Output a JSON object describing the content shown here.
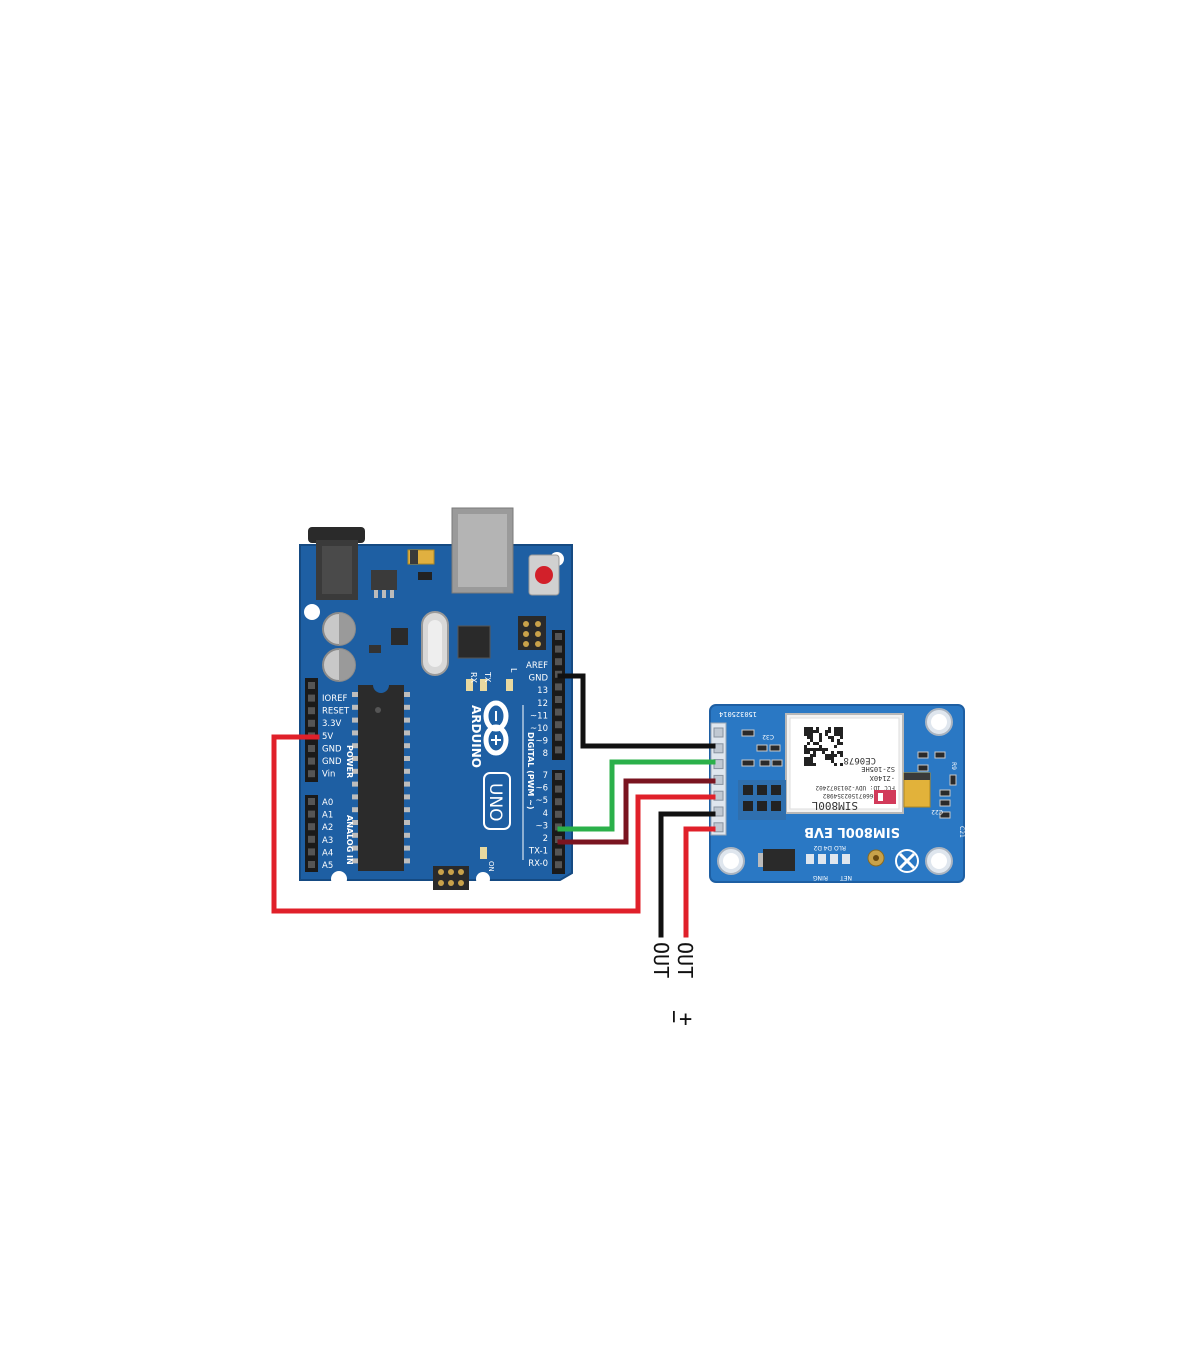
{
  "arduino": {
    "brand": "ARDUINO",
    "model": "UNO",
    "power_header_label": "POWER",
    "analog_header_label": "ANALOG IN",
    "digital_header_label": "DIGITAL (PWM ~)",
    "led_labels": {
      "rx": "RX",
      "tx": "TX",
      "l": "L",
      "on": "ON"
    },
    "power_pins": [
      "IOREF",
      "RESET",
      "3.3V",
      "5V",
      "GND",
      "GND",
      "Vin"
    ],
    "analog_pins": [
      "A0",
      "A1",
      "A2",
      "A3",
      "A4",
      "A5"
    ],
    "digital_pins_top": [
      "AREF",
      "GND",
      "13",
      "12",
      "~11",
      "~10",
      "~9",
      "8"
    ],
    "digital_pins_bottom": [
      "7",
      "~6",
      "~5",
      "4",
      "~3",
      "2",
      "TX-1",
      "RX-0"
    ]
  },
  "sim_module": {
    "board_label": "SIM800L EVB",
    "serial": "150325014",
    "chip_marking": "SIM800L",
    "ce_mark": "CE0678",
    "chip_lines": [
      "S2-105HE",
      "-Z140X",
      "FCC ID: UDV-2013072402",
      "IMEI 866071502354982"
    ],
    "silk_labels": [
      "NET",
      "RING",
      "RLO",
      "D4",
      "D2",
      "R9",
      "C32",
      "C22",
      "C21"
    ]
  },
  "outputs": {
    "positive_label": "OUT",
    "positive_sign": "+",
    "negative_label": "OUT",
    "negative_sign": "−"
  },
  "colors": {
    "board_blue": "#1e5fa3",
    "board_blue_dark": "#154a82",
    "sim_blue": "#2a78c4",
    "wire_red": "#e0202a",
    "wire_black": "#111111",
    "wire_green": "#2bb04a",
    "wire_darkred": "#7a1420"
  }
}
